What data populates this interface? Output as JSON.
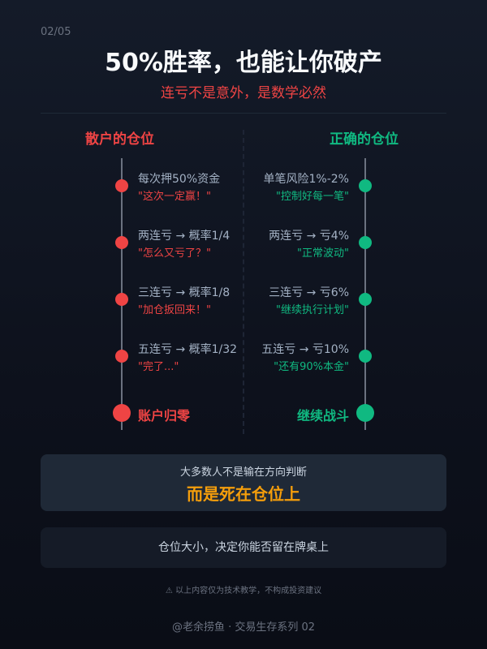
{
  "page_number": "02/05",
  "title": "50%胜率，也能让你破产",
  "subtitle": "连亏不是意外，是数学必然",
  "left": {
    "header": "散户的仓位",
    "items": [
      {
        "text": "每次押50%资金",
        "quote": "\"这次一定赢！\""
      },
      {
        "text": "两连亏 → 概率1/4",
        "quote": "\"怎么又亏了？\""
      },
      {
        "text": "三连亏 → 概率1/8",
        "quote": "\"加仓扳回来！\""
      },
      {
        "text": "五连亏 → 概率1/32",
        "quote": "\"完了...\""
      }
    ],
    "end": "账户归零"
  },
  "right": {
    "header": "正确的仓位",
    "items": [
      {
        "text": "单笔风险1%-2%",
        "quote": "\"控制好每一笔\""
      },
      {
        "text": "两连亏 → 亏4%",
        "quote": "\"正常波动\""
      },
      {
        "text": "三连亏 → 亏6%",
        "quote": "\"继续执行计划\""
      },
      {
        "text": "五连亏 → 亏10%",
        "quote": "\"还有90%本金\""
      }
    ],
    "end": "继续战斗"
  },
  "callout": {
    "line1": "大多数人不是输在方向判断",
    "line2": "而是死在仓位上"
  },
  "summary": "仓位大小，决定你能否留在牌桌上",
  "disclaimer": "⚠ 以上内容仅为技术教学，不构成投资建议",
  "footer": "@老余捞鱼 · 交易生存系列 02",
  "colors": {
    "red": "#ef4444",
    "green": "#10b981",
    "accent": "#f59e0b"
  }
}
